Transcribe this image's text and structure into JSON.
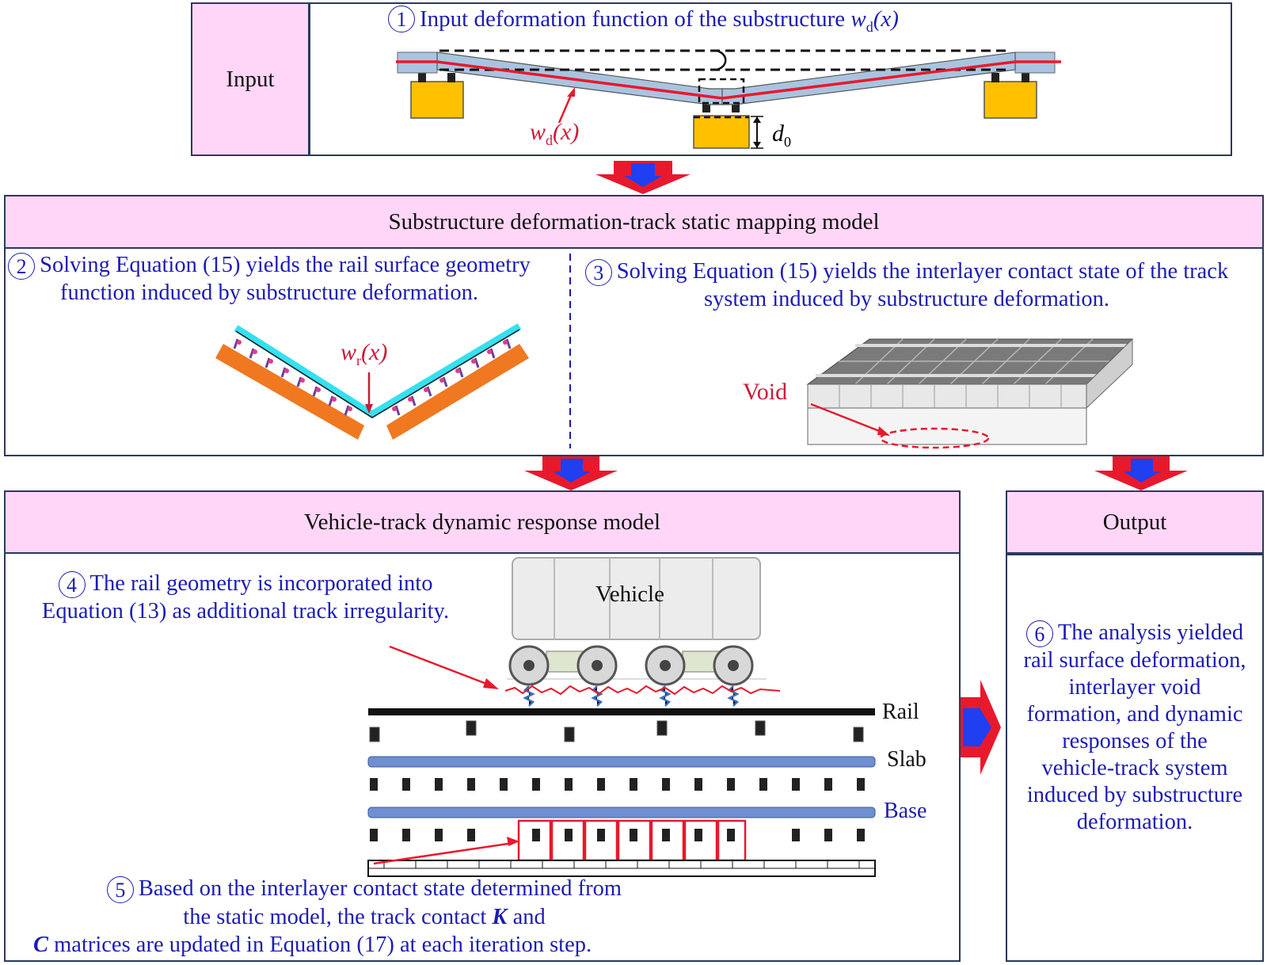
{
  "input": {
    "label": "Input",
    "step_number": "1",
    "step_text_pre": "Input deformation function of the substructure ",
    "func_var": "w",
    "func_sub": "d",
    "func_arg": "(x)",
    "d0_var": "d",
    "d0_sub": "0"
  },
  "static_model": {
    "title": "Substructure deformation-track static mapping model",
    "step2_number": "2",
    "step2_text": "Solving Equation (15) yields the rail surface geometry function induced by substructure deformation.",
    "wr_var": "w",
    "wr_sub": "r",
    "wr_arg": "(x)",
    "step3_number": "3",
    "step3_text": "Solving Equation (15) yields the interlayer contact state of the track system induced by substructure deformation.",
    "void_label": "Void"
  },
  "dynamic_model": {
    "title": "Vehicle-track dynamic response model",
    "step4_number": "4",
    "step4_text": "The rail geometry is incorporated into Equation (13) as additional track irregularity.",
    "vehicle_label": "Vehicle",
    "rail_label": "Rail",
    "slab_label": "Slab",
    "base_label": "Base",
    "step5_number": "5",
    "step5_line1": "Based on the interlayer contact state determined from",
    "step5_line2a": "the static model, the track contact ",
    "step5_K": "K",
    "step5_line2b": " and",
    "step5_C": "C",
    "step5_line3": " matrices are updated in Equation (17) at each iteration step."
  },
  "output": {
    "title": "Output",
    "step6_number": "6",
    "step6_text": "The analysis yielded rail surface deformation, interlayer void formation, and dynamic responses of the vehicle-track system induced by substructure deformation."
  },
  "colors": {
    "header_fill": "#ffd6f7",
    "step_text": "#1c1cb4",
    "annotation_red": "#cc1a3a",
    "arrow_red": "#e8192c",
    "arrow_blue": "#1f3ff0",
    "pier_yellow": "#ffc000",
    "beam_blue": "#a9c4e0"
  }
}
